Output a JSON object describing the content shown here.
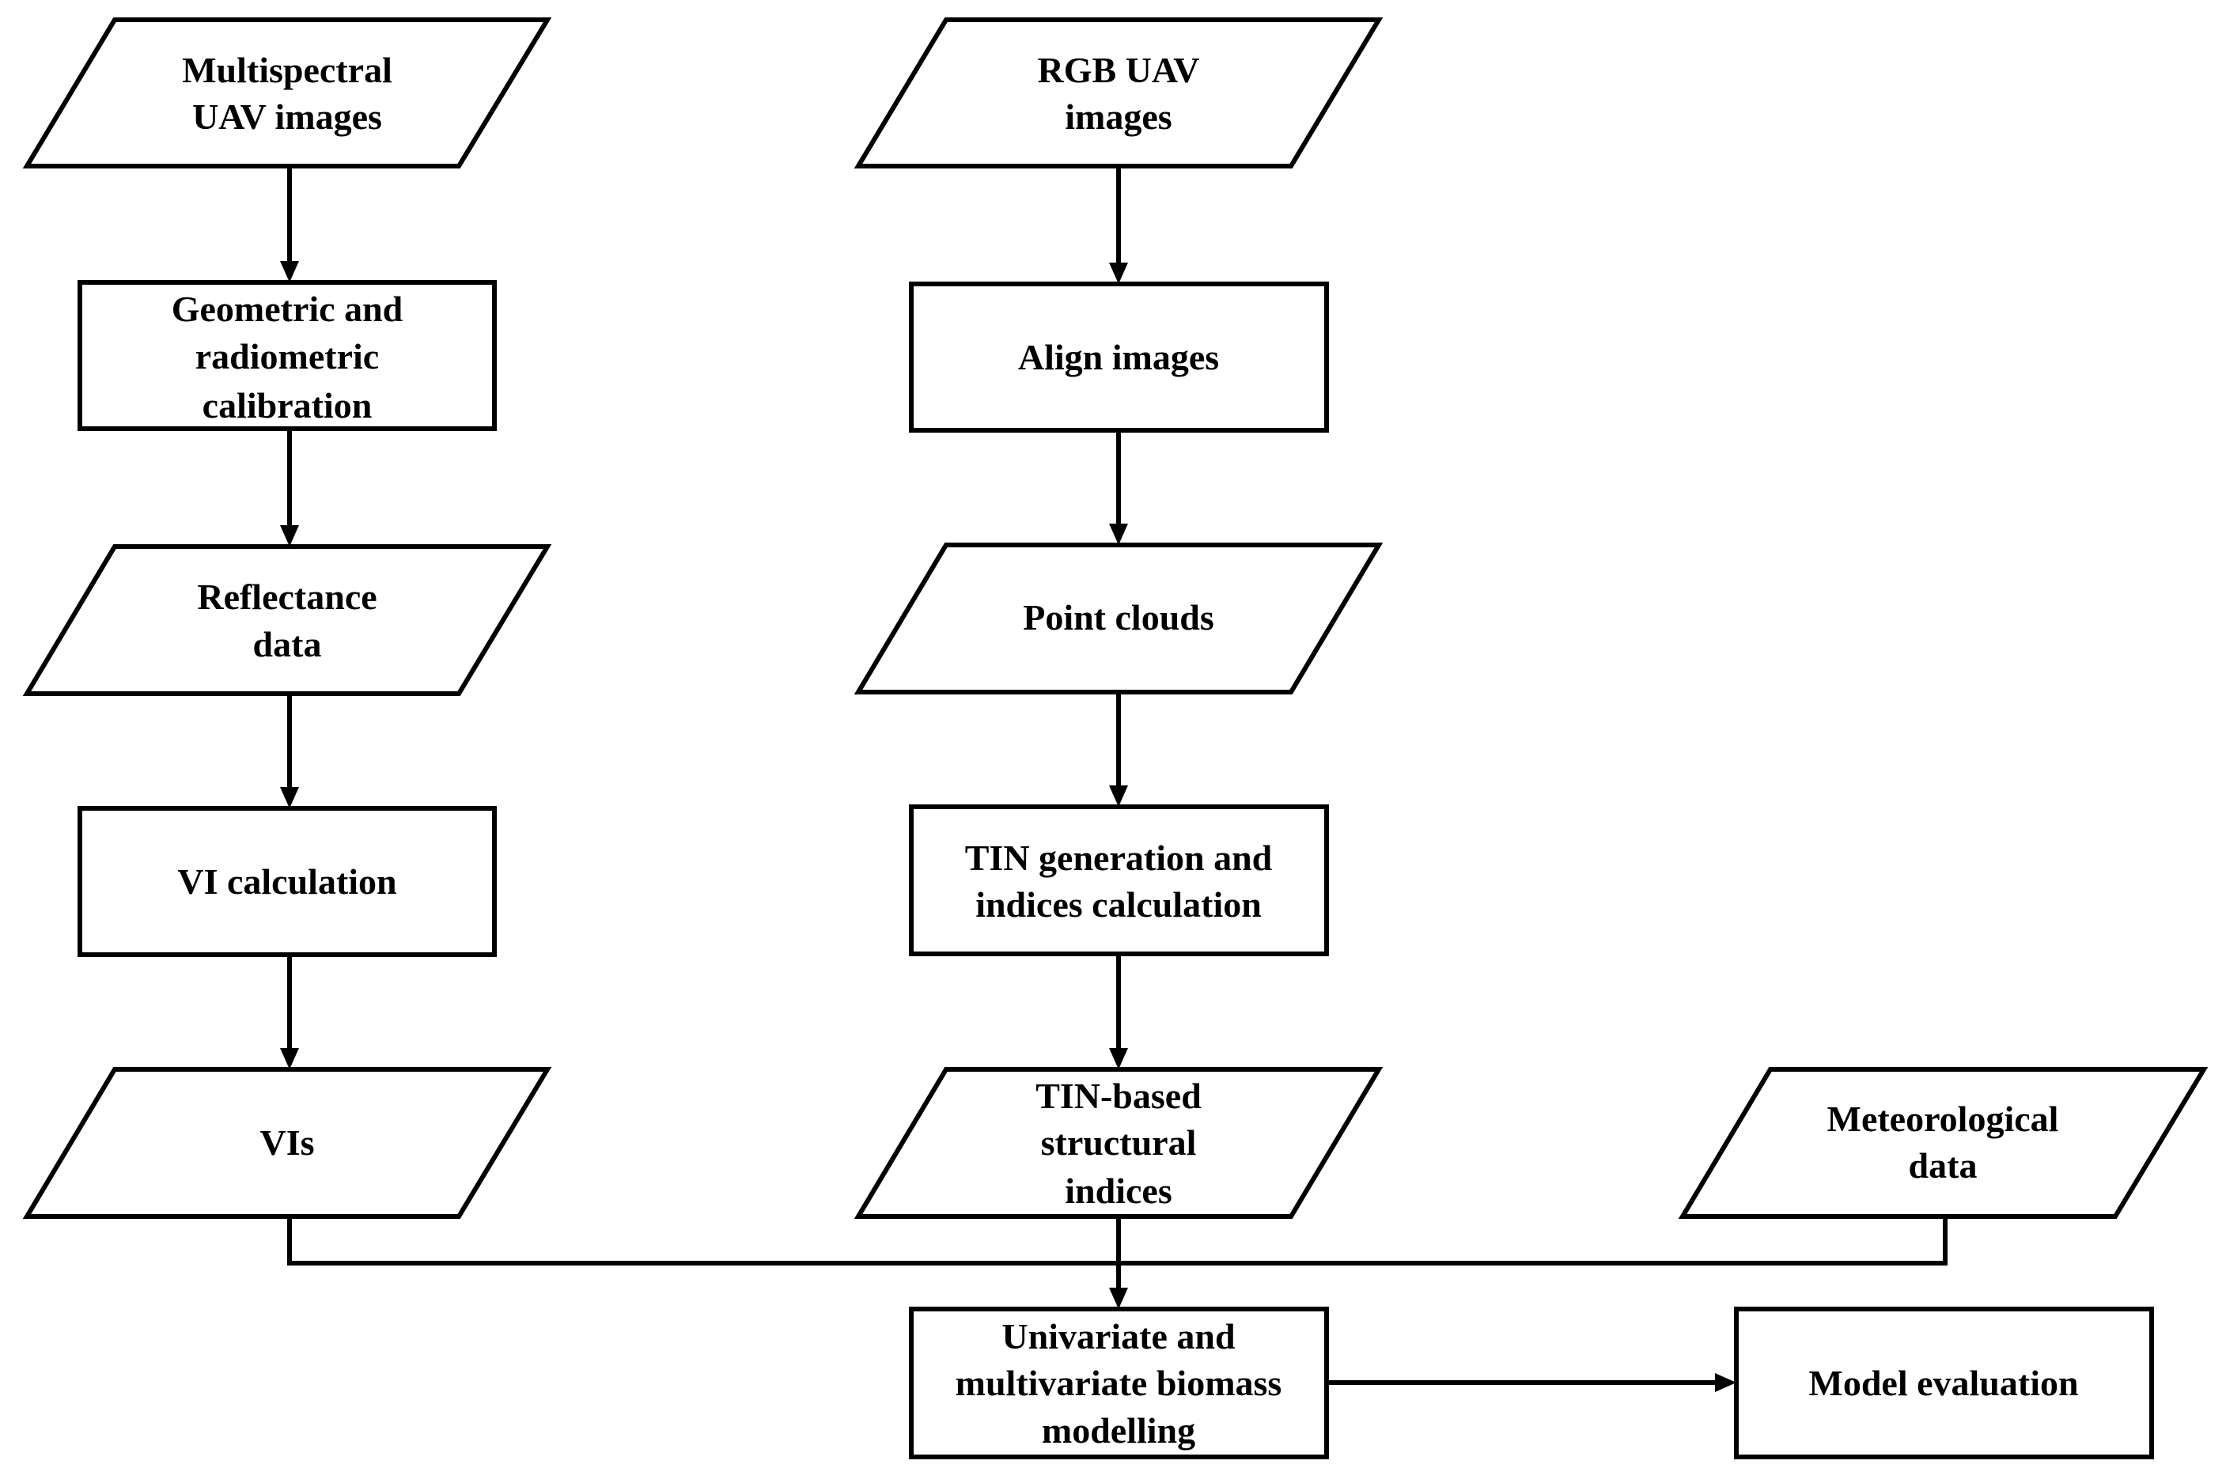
{
  "diagram": {
    "nodes": {
      "multispectral": [
        "Multispectral",
        "UAV images"
      ],
      "geometric": [
        "Geometric and",
        "radiometric",
        "calibration"
      ],
      "reflectance": [
        "Reflectance",
        "data"
      ],
      "vi_calc": [
        "VI calculation"
      ],
      "vis": [
        "VIs"
      ],
      "rgb": [
        "RGB UAV",
        "images"
      ],
      "align": [
        "Align images"
      ],
      "pointclouds": [
        "Point clouds"
      ],
      "tin_gen": [
        "TIN generation and",
        "indices calculation"
      ],
      "tin_based": [
        "TIN-based",
        "structural",
        "indices"
      ],
      "meteo": [
        "Meteorological",
        "data"
      ],
      "modelling": [
        "Univariate and",
        "multivariate biomass",
        "modelling"
      ],
      "evaluation": [
        "Model evaluation"
      ]
    }
  }
}
